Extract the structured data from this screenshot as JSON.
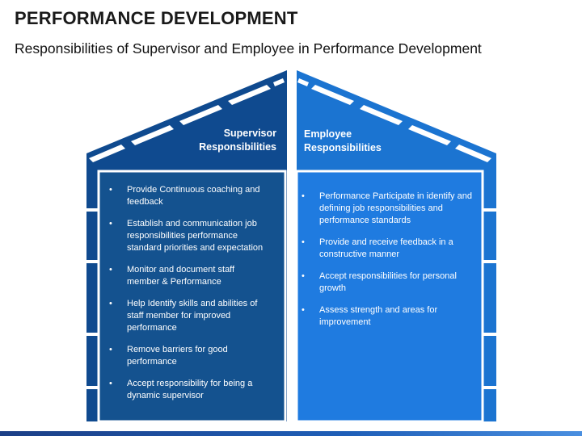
{
  "header": {
    "title": "PERFORMANCE DEVELOPMENT",
    "subtitle": "Responsibilities of Supervisor and Employee in Performance Development"
  },
  "diagram": {
    "supervisor": {
      "heading_line1": "Supervisor",
      "heading_line2": "Responsibilities",
      "items": [
        "Provide Continuous coaching and feedback",
        "Establish and communication job responsibilities performance standard priorities and expectation",
        "Monitor and document staff member & Performance",
        "Help Identify skills and abilities of staff member for improved performance",
        "Remove barriers for good performance",
        "Accept responsibility for being a dynamic supervisor"
      ]
    },
    "employee": {
      "heading_line1": "Employee",
      "heading_line2": "Responsibilities",
      "items": [
        "Performance Participate in identify and defining job responsibilities and performance standards",
        "Provide and receive feedback in a constructive  manner",
        "Accept responsibilities for personal growth",
        "Assess strength and areas for improvement"
      ]
    }
  },
  "colors": {
    "left_dark": "#0f4a8f",
    "left_panel": "#14528f",
    "right_light": "#1b74d1",
    "right_panel": "#1f7be0",
    "white": "#ffffff"
  }
}
